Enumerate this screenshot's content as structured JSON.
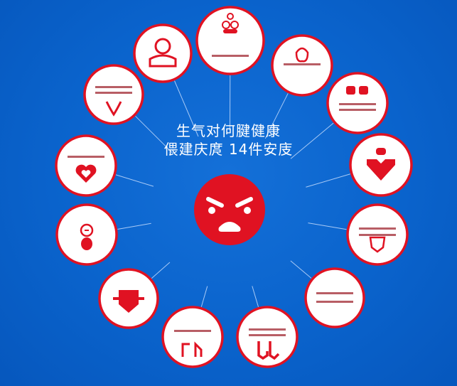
{
  "title": {
    "line1": "生气对何腱健康",
    "line2": "偎建庆庹 14件安庋"
  },
  "colors": {
    "background": "#0a63cc",
    "accent": "#e01222",
    "node_fill": "#ffffff",
    "connector": "#cfe2ff"
  },
  "center": {
    "icon": "angry-face-icon"
  },
  "nodes": [
    {
      "icon": "flame-organs-icon"
    },
    {
      "icon": "person-icon"
    },
    {
      "icon": "stomach-icon"
    },
    {
      "icon": "trachea-icon"
    },
    {
      "icon": "lungs-icon"
    },
    {
      "icon": "heart-icon"
    },
    {
      "icon": "person-heart-icon"
    },
    {
      "icon": "baby-icon"
    },
    {
      "icon": "shield-face-icon"
    },
    {
      "icon": "hand-icon"
    },
    {
      "icon": "text-only"
    },
    {
      "icon": "joints-icon"
    },
    {
      "icon": "legs-icon"
    }
  ]
}
